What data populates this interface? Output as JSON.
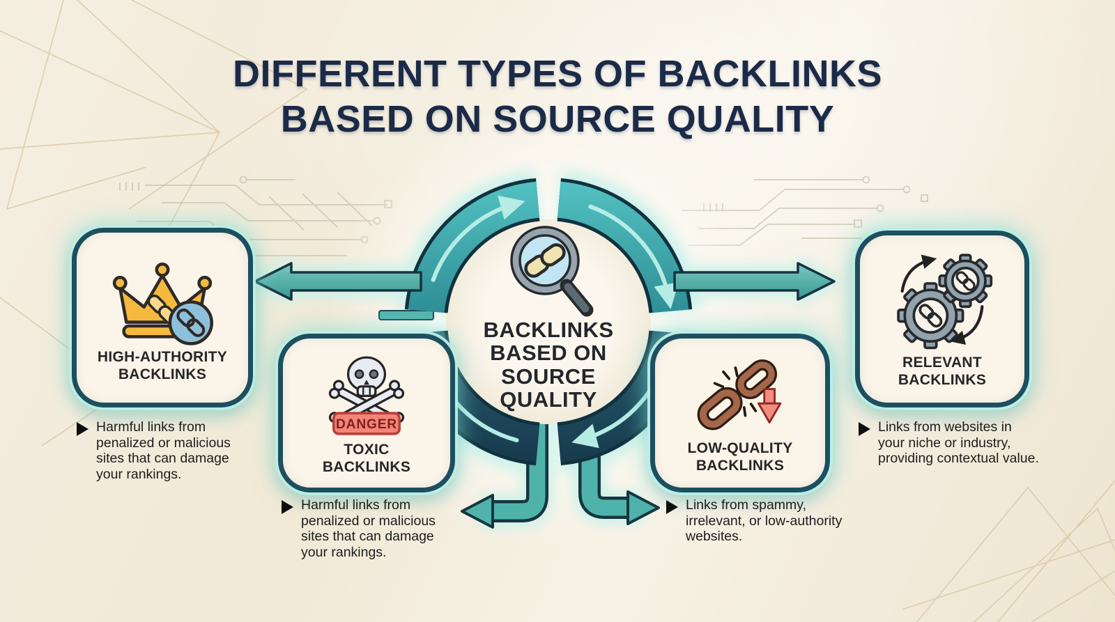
{
  "title": {
    "line1": "DIFFERENT TYPES OF BACKLINKS",
    "line2": "BASED ON SOURCE QUALITY"
  },
  "center": {
    "icon": "magnifier-link-icon",
    "lines": [
      "BACKLINKS",
      "BASED ON",
      "SOURCE",
      "QUALITY"
    ]
  },
  "nodes": {
    "high_authority": {
      "label1": "HIGH-AUTHORITY",
      "label2": "BACKLINKS",
      "icon": "crown-link-icon",
      "description": "Harmful links from penalized or malicious sites that can damage your rankings."
    },
    "toxic": {
      "label1": "TOXIC",
      "label2": "BACKLINKS",
      "icon": "skull-crossbones-icon",
      "danger_label": "DANGER",
      "description": "Harmful links from penalized or malicious sites that can damage your rankings."
    },
    "low_quality": {
      "label1": "LOW-QUALITY",
      "label2": "BACKLINKS",
      "icon": "broken-chain-icon",
      "description": "Links from spammy, irrelevant, or low-authority websites."
    },
    "relevant": {
      "label1": "RELEVANT",
      "label2": "BACKLINKS",
      "icon": "gears-link-icon",
      "description": "Links from websites in your niche or industry, providing contextual value."
    }
  },
  "colors": {
    "background": "#f2ebdb",
    "title": "#1b2a47",
    "ring_teal": "#2f9097",
    "ring_dark": "#1d4254",
    "arrow_teal": "#4fb3ac",
    "glow": "#bfeee8",
    "box_border": "#1d4f5f",
    "box_bg": "#faf4e9",
    "danger_red": "#f3837b",
    "text": "#1c1c1c"
  }
}
